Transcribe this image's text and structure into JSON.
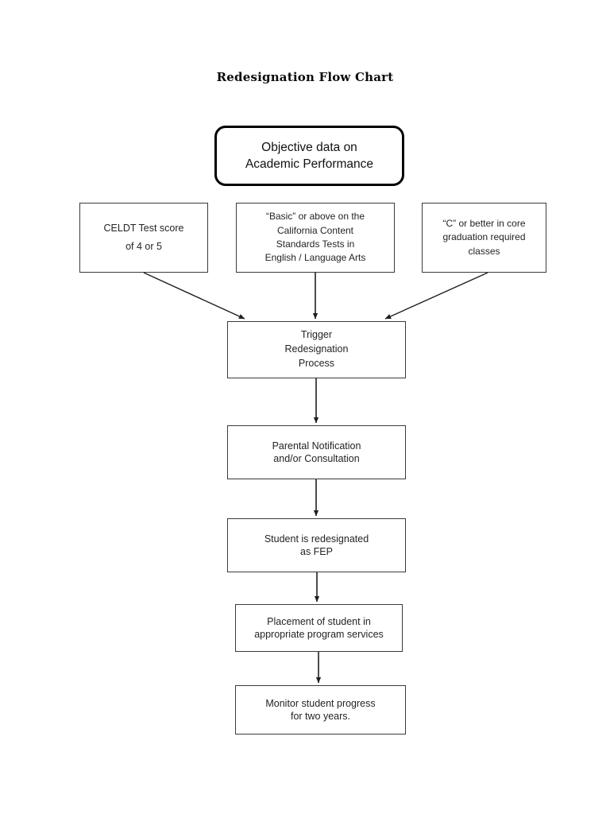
{
  "document": {
    "title": "Redesignation Flow Chart"
  },
  "flowchart": {
    "type": "flowchart",
    "orientation": "top-down",
    "nodes": [
      {
        "id": "start",
        "shape": "rounded-rectangle",
        "label": "Objective data on\nAcademic Performance"
      },
      {
        "id": "celdt",
        "shape": "rectangle",
        "label": "CELDT Test score\nof 4 or 5"
      },
      {
        "id": "cst",
        "shape": "rectangle",
        "label": "“Basic” or above on the\nCalifornia Content\nStandards Tests in\nEnglish / Language Arts"
      },
      {
        "id": "grades",
        "shape": "rectangle",
        "label": "“C” or better in core\ngraduation required\nclasses"
      },
      {
        "id": "trigger",
        "shape": "rectangle",
        "label": "Trigger\nRedesignation\nProcess"
      },
      {
        "id": "parental",
        "shape": "rectangle",
        "label": "Parental Notification\nand/or Consultation"
      },
      {
        "id": "redesignated",
        "shape": "rectangle",
        "label": "Student is redesignated\nas FEP"
      },
      {
        "id": "placement",
        "shape": "rectangle",
        "label": "Placement of student in\nappropriate program services"
      },
      {
        "id": "monitor",
        "shape": "rectangle",
        "label": "Monitor student progress\nfor two years."
      }
    ],
    "edges": [
      {
        "from": "celdt",
        "to": "trigger",
        "style": "diagonal-arrow"
      },
      {
        "from": "cst",
        "to": "trigger",
        "style": "vertical-arrow"
      },
      {
        "from": "grades",
        "to": "trigger",
        "style": "diagonal-arrow"
      },
      {
        "from": "trigger",
        "to": "parental",
        "style": "vertical-arrow"
      },
      {
        "from": "parental",
        "to": "redesignated",
        "style": "vertical-arrow"
      },
      {
        "from": "redesignated",
        "to": "placement",
        "style": "vertical-arrow"
      },
      {
        "from": "placement",
        "to": "monitor",
        "style": "vertical-arrow"
      }
    ],
    "colors": {
      "page_background": "#ffffff",
      "node_fill": "#ffffff",
      "node_stroke": "#3b3b3b",
      "start_node_stroke": "#000000",
      "edge_stroke": "#1f1f1f",
      "text": "#242424"
    }
  }
}
